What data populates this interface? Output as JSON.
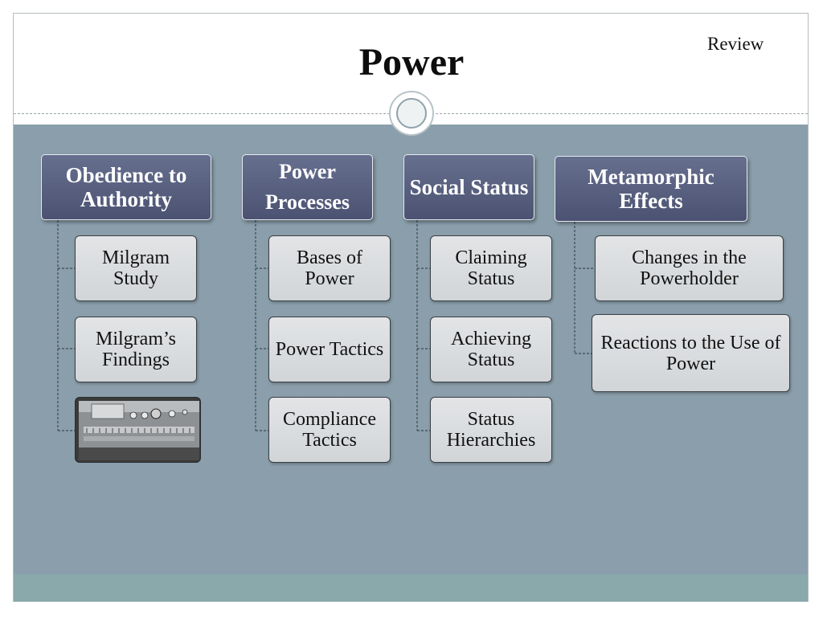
{
  "header": {
    "title": "Power",
    "review": "Review"
  },
  "columns": [
    {
      "heading": "Obedience to Authority",
      "items": [
        "Milgram Study",
        "Milgram’s Findings"
      ],
      "image": "milgram-shock-generator"
    },
    {
      "heading_line1": "Power",
      "heading_line2": "Processes",
      "items": [
        "Bases of Power",
        "Power Tactics",
        "Compliance Tactics"
      ]
    },
    {
      "heading": "Social Status",
      "items": [
        "Claiming Status",
        "Achieving Status",
        "Status Hierarchies"
      ]
    },
    {
      "heading": "Metamorphic Effects",
      "items": [
        "Changes in the Powerholder",
        "Reactions to the Use of Power"
      ]
    }
  ],
  "colors": {
    "panel": "#8a9fab",
    "header_box": "#565e80",
    "child_box": "#d9dcdf",
    "bottom_band": "#89a9ab"
  }
}
